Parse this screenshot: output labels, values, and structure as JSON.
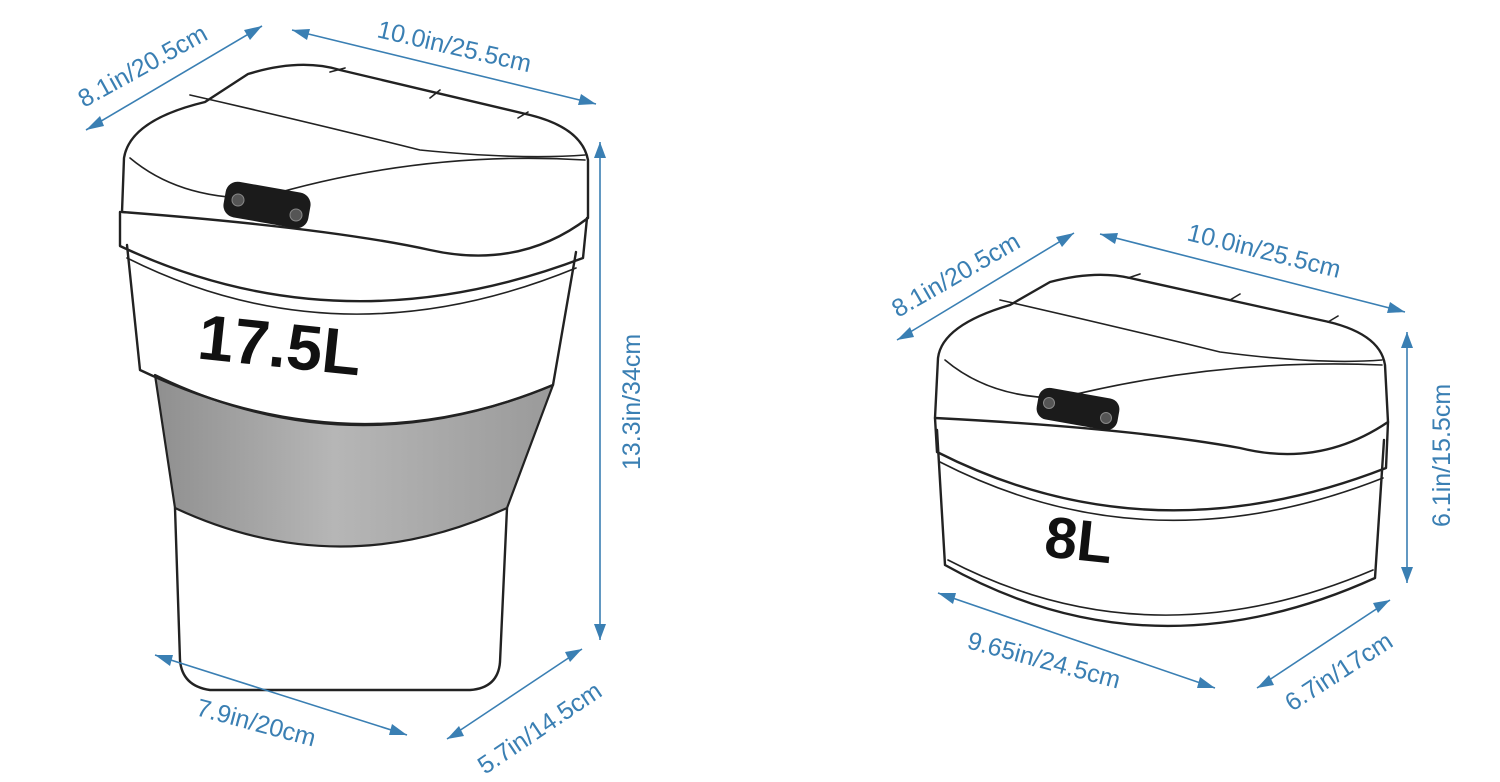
{
  "colors": {
    "dimension": "#3a7fb3",
    "outline": "#222222",
    "band_gray": "#a8a8a8",
    "capacity_text": "#111111"
  },
  "bins": {
    "large": {
      "capacity": "17.5L",
      "depth_top": "8.1in/20.5cm",
      "width_top": "10.0in/25.5cm",
      "height": "13.3in/34cm",
      "width_bottom": "7.9in/20cm",
      "depth_bottom": "5.7in/14.5cm"
    },
    "small": {
      "capacity": "8L",
      "depth_top": "8.1in/20.5cm",
      "width_top": "10.0in/25.5cm",
      "height": "6.1in/15.5cm",
      "width_bottom": "9.65in/24.5cm",
      "depth_bottom": "6.7in/17cm"
    }
  }
}
